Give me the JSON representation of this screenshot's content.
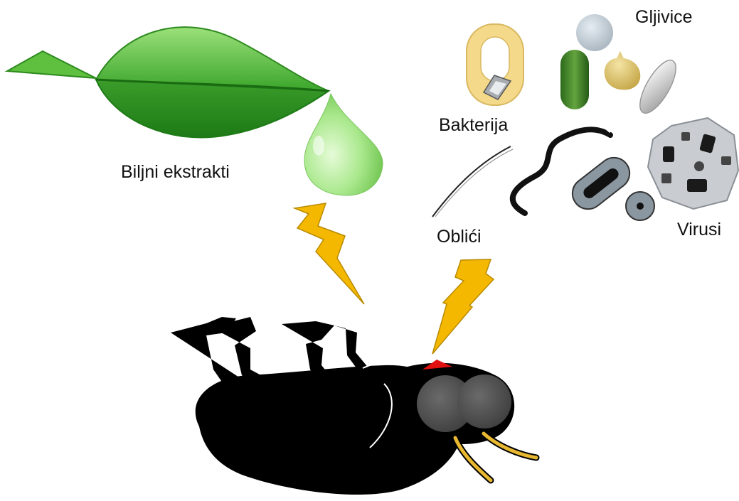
{
  "labels": {
    "plant_extracts": "Biljni ekstrakti",
    "fungi": "Gljivice",
    "bacteria": "Bakterija",
    "shapes": "Oblići",
    "viruses": "Virusi"
  },
  "colors": {
    "leaf_dark": "#2e8b1f",
    "leaf_light": "#7fd35a",
    "lightning": "#f5b800",
    "insect": "#000000",
    "antenna": "#e8b830",
    "mark": "#e01010"
  },
  "icons": [
    "leaf-icon",
    "droplet-icon",
    "lightning-icon",
    "insect-icon",
    "bacterium-icon",
    "fungi-spores-icon",
    "virus-particle-icon",
    "worm-shape-icon"
  ]
}
